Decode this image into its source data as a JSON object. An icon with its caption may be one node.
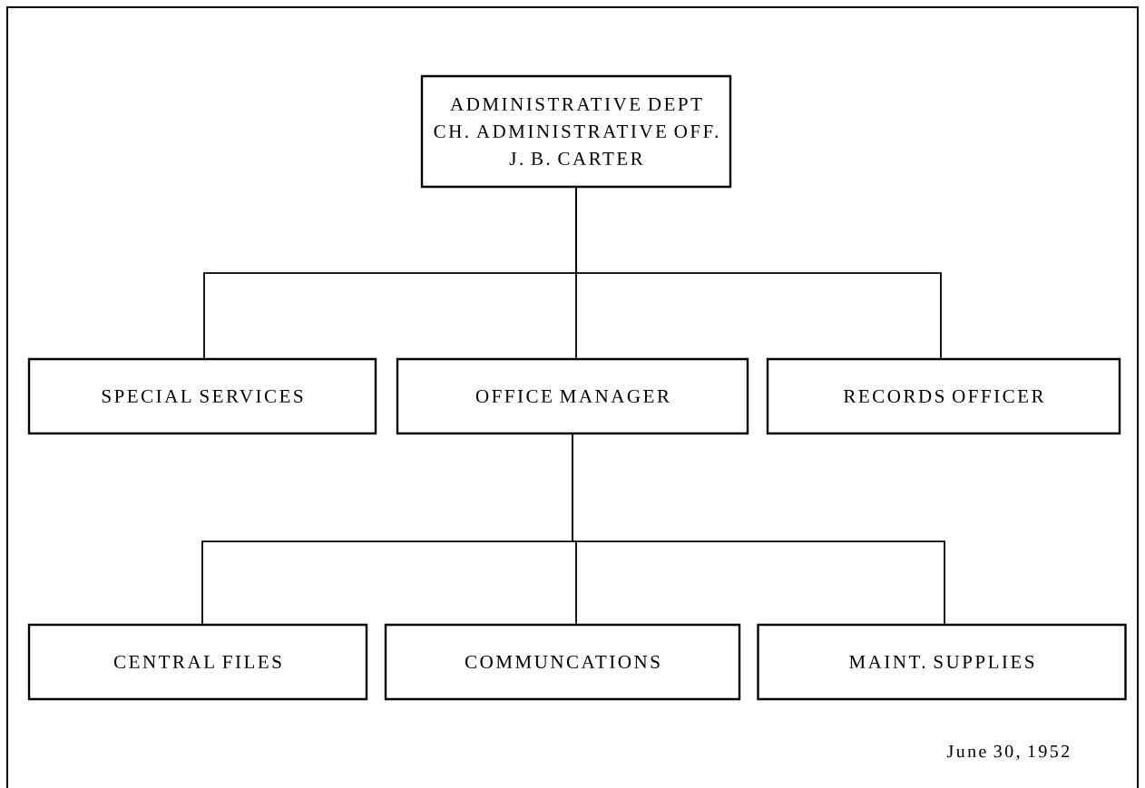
{
  "diagram": {
    "nodes": [
      {
        "text": [
          "ADMINISTRATIVE DEPT",
          "CH. ADMINISTRATIVE OFF.",
          "J. B. CARTER"
        ]
      },
      {
        "text": [
          "SPECIAL SERVICES"
        ]
      },
      {
        "text": [
          "OFFICE MANAGER"
        ]
      },
      {
        "text": [
          "RECORDS OFFICER"
        ]
      },
      {
        "text": [
          "CENTRAL FILES"
        ]
      },
      {
        "text": [
          "COMMUNCATIONS"
        ]
      },
      {
        "text": [
          "MAINT. SUPPLIES"
        ]
      }
    ],
    "edges": [
      {
        "from": 0,
        "to": 1,
        "arrow": "none"
      },
      {
        "from": 0,
        "to": 2,
        "arrow": "none"
      },
      {
        "from": 0,
        "to": 3,
        "arrow": "none"
      },
      {
        "from": 2,
        "to": 4,
        "arrow": "none"
      },
      {
        "from": 2,
        "to": 5,
        "arrow": "none"
      },
      {
        "from": 2,
        "to": 6,
        "arrow": "none"
      }
    ],
    "labels": [
      "June 30, 1952"
    ]
  }
}
